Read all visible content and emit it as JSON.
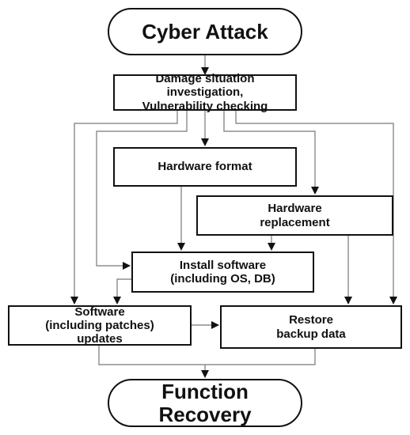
{
  "diagram": {
    "type": "flowchart",
    "nodes": [
      {
        "id": "cyber_attack",
        "label": "Cyber Attack",
        "shape": "terminal"
      },
      {
        "id": "damage_investigation",
        "label": "Damage situation\ninvestigation,\nVulnerability checking",
        "shape": "process"
      },
      {
        "id": "hardware_format",
        "label": "Hardware format",
        "shape": "process"
      },
      {
        "id": "hardware_replacement",
        "label": "Hardware\nreplacement",
        "shape": "process"
      },
      {
        "id": "install_software",
        "label": "Install software\n(including OS, DB)",
        "shape": "process"
      },
      {
        "id": "software_updates",
        "label": "Software\n(including patches)\nupdates",
        "shape": "process"
      },
      {
        "id": "restore_backup",
        "label": "Restore\nbackup data",
        "shape": "process"
      },
      {
        "id": "function_recovery",
        "label": "Function\nRecovery",
        "shape": "terminal"
      }
    ],
    "edges": [
      {
        "from": "cyber_attack",
        "to": "damage_investigation"
      },
      {
        "from": "damage_investigation",
        "to": "hardware_format"
      },
      {
        "from": "damage_investigation",
        "to": "hardware_replacement"
      },
      {
        "from": "damage_investigation",
        "to": "install_software"
      },
      {
        "from": "damage_investigation",
        "to": "software_updates"
      },
      {
        "from": "damage_investigation",
        "to": "restore_backup"
      },
      {
        "from": "hardware_format",
        "to": "install_software"
      },
      {
        "from": "hardware_replacement",
        "to": "install_software"
      },
      {
        "from": "hardware_replacement",
        "to": "restore_backup"
      },
      {
        "from": "install_software",
        "to": "software_updates"
      },
      {
        "from": "software_updates",
        "to": "restore_backup"
      },
      {
        "from": "software_updates",
        "to": "function_recovery"
      },
      {
        "from": "restore_backup",
        "to": "function_recovery"
      }
    ]
  }
}
